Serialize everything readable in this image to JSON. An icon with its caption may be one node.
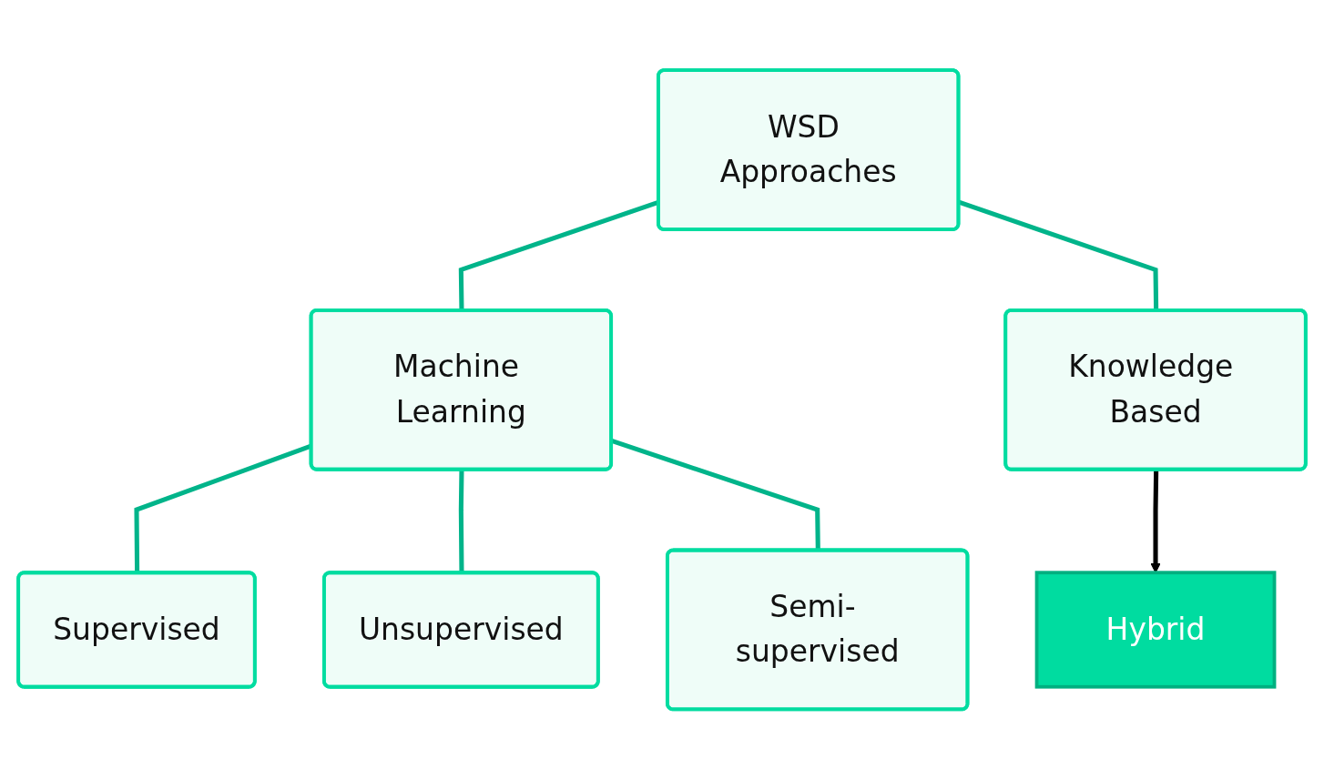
{
  "diagram": {
    "nodes": [
      {
        "text": [
          "WSD Approaches"
        ]
      },
      {
        "text": [
          "Machine Learning"
        ]
      },
      {
        "text": [
          "Knowledge Based"
        ]
      },
      {
        "text": [
          "Supervised"
        ]
      },
      {
        "text": [
          "Unsupervised"
        ]
      },
      {
        "text": [
          "Semi- supervised"
        ]
      },
      {
        "text": [
          "Hybrid"
        ]
      }
    ],
    "edges": [
      {
        "from": 0,
        "to": 1,
        "arrow": "none"
      },
      {
        "from": 0,
        "to": 2,
        "arrow": "none"
      },
      {
        "from": 1,
        "to": 3,
        "arrow": "none"
      },
      {
        "from": 1,
        "to": 4,
        "arrow": "none"
      },
      {
        "from": 1,
        "to": 5,
        "arrow": "none"
      },
      {
        "from": 2,
        "to": 6,
        "arrow": "to",
        "color": "#000000"
      }
    ]
  }
}
